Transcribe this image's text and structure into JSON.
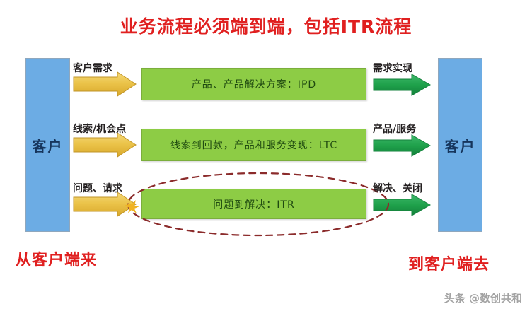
{
  "title": "业务流程必须端到端，包括ITR流程",
  "customers": {
    "left_label": "客户",
    "right_label": "客户"
  },
  "inbound_arrows": [
    {
      "label": "客户需求",
      "color": "#E3B93C"
    },
    {
      "label": "线索/机会点",
      "color": "#E3B93C"
    },
    {
      "label": "问题、请求",
      "color": "#E3B93C"
    }
  ],
  "process_boxes": [
    {
      "label": "产品、产品解决方案：IPD",
      "code": "IPD",
      "color": "#8DCC45"
    },
    {
      "label": "线索到回款，产品和服务变现：LTC",
      "code": "LTC",
      "color": "#8DCC45"
    },
    {
      "label": "问题到解决：ITR",
      "code": "ITR",
      "color": "#8DCC45",
      "highlighted": true
    }
  ],
  "outbound_arrows": [
    {
      "label": "需求实现",
      "color": "#1FA14B"
    },
    {
      "label": "产品/服务",
      "color": "#1FA14B"
    },
    {
      "label": "解决、关闭",
      "color": "#1FA14B"
    }
  ],
  "bottom_labels": {
    "left": "从客户端来",
    "right": "到客户端去"
  },
  "highlight": {
    "shape": "dashed-ellipse",
    "color": "#8B2B2B"
  },
  "watermark": "头条 @数创共和",
  "colors": {
    "title_red": "#E02020",
    "customer_blue": "#6CACE4",
    "process_green": "#8DCC45",
    "arrow_yellow": "#E3B93C",
    "arrow_green": "#1FA14B",
    "background": "#FFFFFF"
  }
}
